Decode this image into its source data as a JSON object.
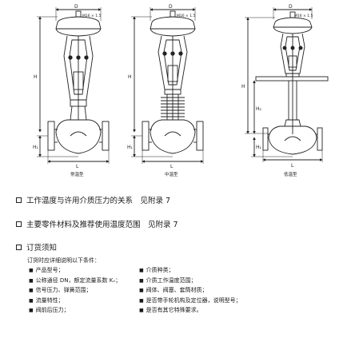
{
  "figure": {
    "captions": [
      "常温型",
      "中温型",
      "低温型"
    ],
    "dim_labels": {
      "D": "D",
      "thread": "M16 × 1.5",
      "H": "H",
      "H1": "H₁",
      "H2": "H₂",
      "L": "L"
    }
  },
  "sections": [
    {
      "title": "工作温度与许用介质压力的关系　见附录 7"
    },
    {
      "title": "主要零件材料及推荐使用温度范围　见附录 7"
    },
    {
      "title": "订货须知"
    }
  ],
  "order": {
    "intro": "订货时应详细说明以下条件：",
    "left": [
      "产品型号；",
      "公称通径 DN，额定流量系数 Kᵥ；",
      "信号压力、弹簧范围；",
      "流量特性；",
      "阀前后压力；"
    ],
    "right": [
      "介质种类；",
      "介质工作温度范围；",
      "阀体、阀塞、套筒材质；",
      "是否带手轮机构及定位器，说明型号；",
      "是否有其它特殊要求。"
    ]
  },
  "colors": {
    "ink": "#1a1a1a",
    "paper": "#ffffff"
  }
}
